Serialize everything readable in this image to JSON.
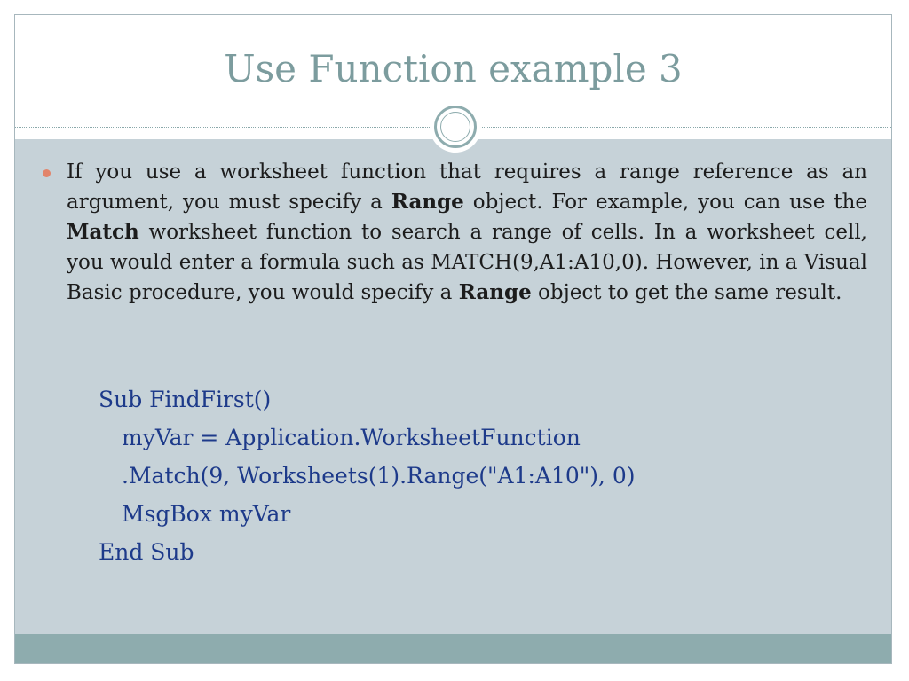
{
  "slide": {
    "title": "Use Function example 3"
  },
  "bullet": {
    "part1": "If you use a worksheet function that requires a range reference as an argument, you must specify a ",
    "bold1": "Range",
    "part2": " object. For example, you can use the ",
    "bold2": "Match",
    "part3": " worksheet function to search a range of cells. In a worksheet cell, you would enter a formula such as MATCH(9,A1:A10,0). However, in a Visual Basic procedure, you would specify a ",
    "bold3": "Range",
    "part4": " object to get the same result."
  },
  "code": {
    "line1": "Sub FindFirst()",
    "line2": "myVar = Application.WorksheetFunction _",
    "line3": ".Match(9, Worksheets(1).Range(\"A1:A10\"), 0)",
    "line4": "MsgBox myVar",
    "line5": "End Sub"
  },
  "colors": {
    "title": "#7c9c9e",
    "content_background": "#c6d2d8",
    "footer_band": "#8eacae",
    "bullet_dot": "#e2846a",
    "code_text": "#1d3a8a",
    "body_text": "#1c1c1c"
  },
  "icons": {
    "bullet": "bullet-dot-icon",
    "divider": "circle-divider-icon"
  }
}
